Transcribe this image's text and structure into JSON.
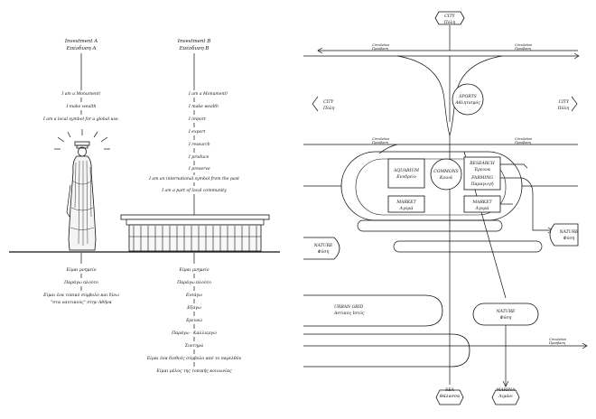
{
  "left": {
    "colA": {
      "title_en": "Investment A",
      "title_gr": "Επένδυση Α",
      "en": [
        "I am a Monument!",
        "I make wealth",
        "I am a local symbol for a global use."
      ],
      "gr": [
        "Είμαι μνημείο",
        "Παράγω πλούτο",
        "Είμαι ένα τοπικό σύμβολο και δίνω",
        "\"στα ναυτικούς\" στην Αθήνα"
      ]
    },
    "colB": {
      "title_en": "Investment B",
      "title_gr": "Επένδυση Β",
      "en": [
        "I am a Monument!",
        "I make wealth",
        "I import",
        "I export",
        "I research",
        "I produce",
        "I preserve",
        "I am an international symbol from the past",
        "I am a part of local community"
      ],
      "gr": [
        "Είμαι μνημείο",
        "Παράγω πλούτο",
        "Εισάγω",
        "Εξάγω",
        "Ερευνώ",
        "Παράγω - Καλλιεργώ",
        "Συντηρώ",
        "Είμαι ένα διεθνές σύμβολο από το παρελθόν",
        "Είμαι μέλος της τοπικής κοινωνίας"
      ]
    }
  },
  "right": {
    "city_top": {
      "en": "CITY",
      "gr": "Πόλη"
    },
    "city_left": {
      "en": "CITY",
      "gr": "Πόλη"
    },
    "city_right": {
      "en": "CITY",
      "gr": "Πόλη"
    },
    "sports": {
      "en": "SPORTS",
      "gr": "Αθλητισμός"
    },
    "aquarium": {
      "en": "AQUARIUM",
      "gr": "Ενυδρείο"
    },
    "commons": {
      "en": "COMMONS",
      "gr": "Κοινά"
    },
    "research": {
      "en": "RESEARCH",
      "gr": "Έρευνα"
    },
    "farming": {
      "en": "FARMING",
      "gr": "Παραγωγή"
    },
    "market1": {
      "en": "MARKET",
      "gr": "Αγορά"
    },
    "market2": {
      "en": "MARKET",
      "gr": "Αγορά"
    },
    "nature_left": {
      "en": "NATURE",
      "gr": "Φύση"
    },
    "nature_right": {
      "en": "NATURE",
      "gr": "Φύση"
    },
    "nature_mid": {
      "en": "NATURE",
      "gr": "Φύση"
    },
    "urban_grid": {
      "en": "URBAN GRID",
      "gr": "Αστικός Ιστός"
    },
    "sea": {
      "en": "SEA",
      "gr": "Θάλασσα"
    },
    "marina": {
      "en": "MARINA",
      "gr": "Λιμάνι"
    },
    "circulation": {
      "en": "Circulation",
      "gr": "Προσβαση"
    }
  }
}
